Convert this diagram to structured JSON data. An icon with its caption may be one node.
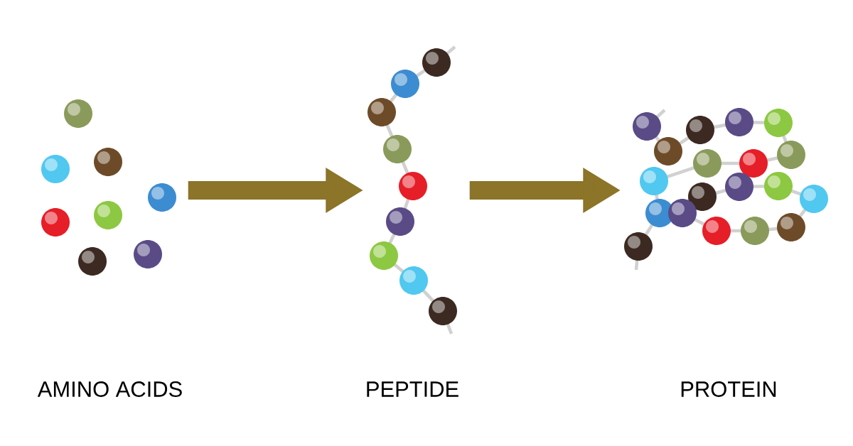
{
  "diagram": {
    "nodes": [
      {
        "text": [],
        "shape": "picture"
      },
      {
        "text": [],
        "shape": "picture"
      },
      {
        "text": [],
        "shape": "picture"
      }
    ],
    "labels": [
      "AMINO ACIDS",
      "PEPTIDE",
      "PROTEIN"
    ],
    "edges": [
      {
        "from": 0,
        "to": 1,
        "arrow": "to"
      },
      {
        "from": 1,
        "to": 2,
        "arrow": "to"
      }
    ]
  }
}
